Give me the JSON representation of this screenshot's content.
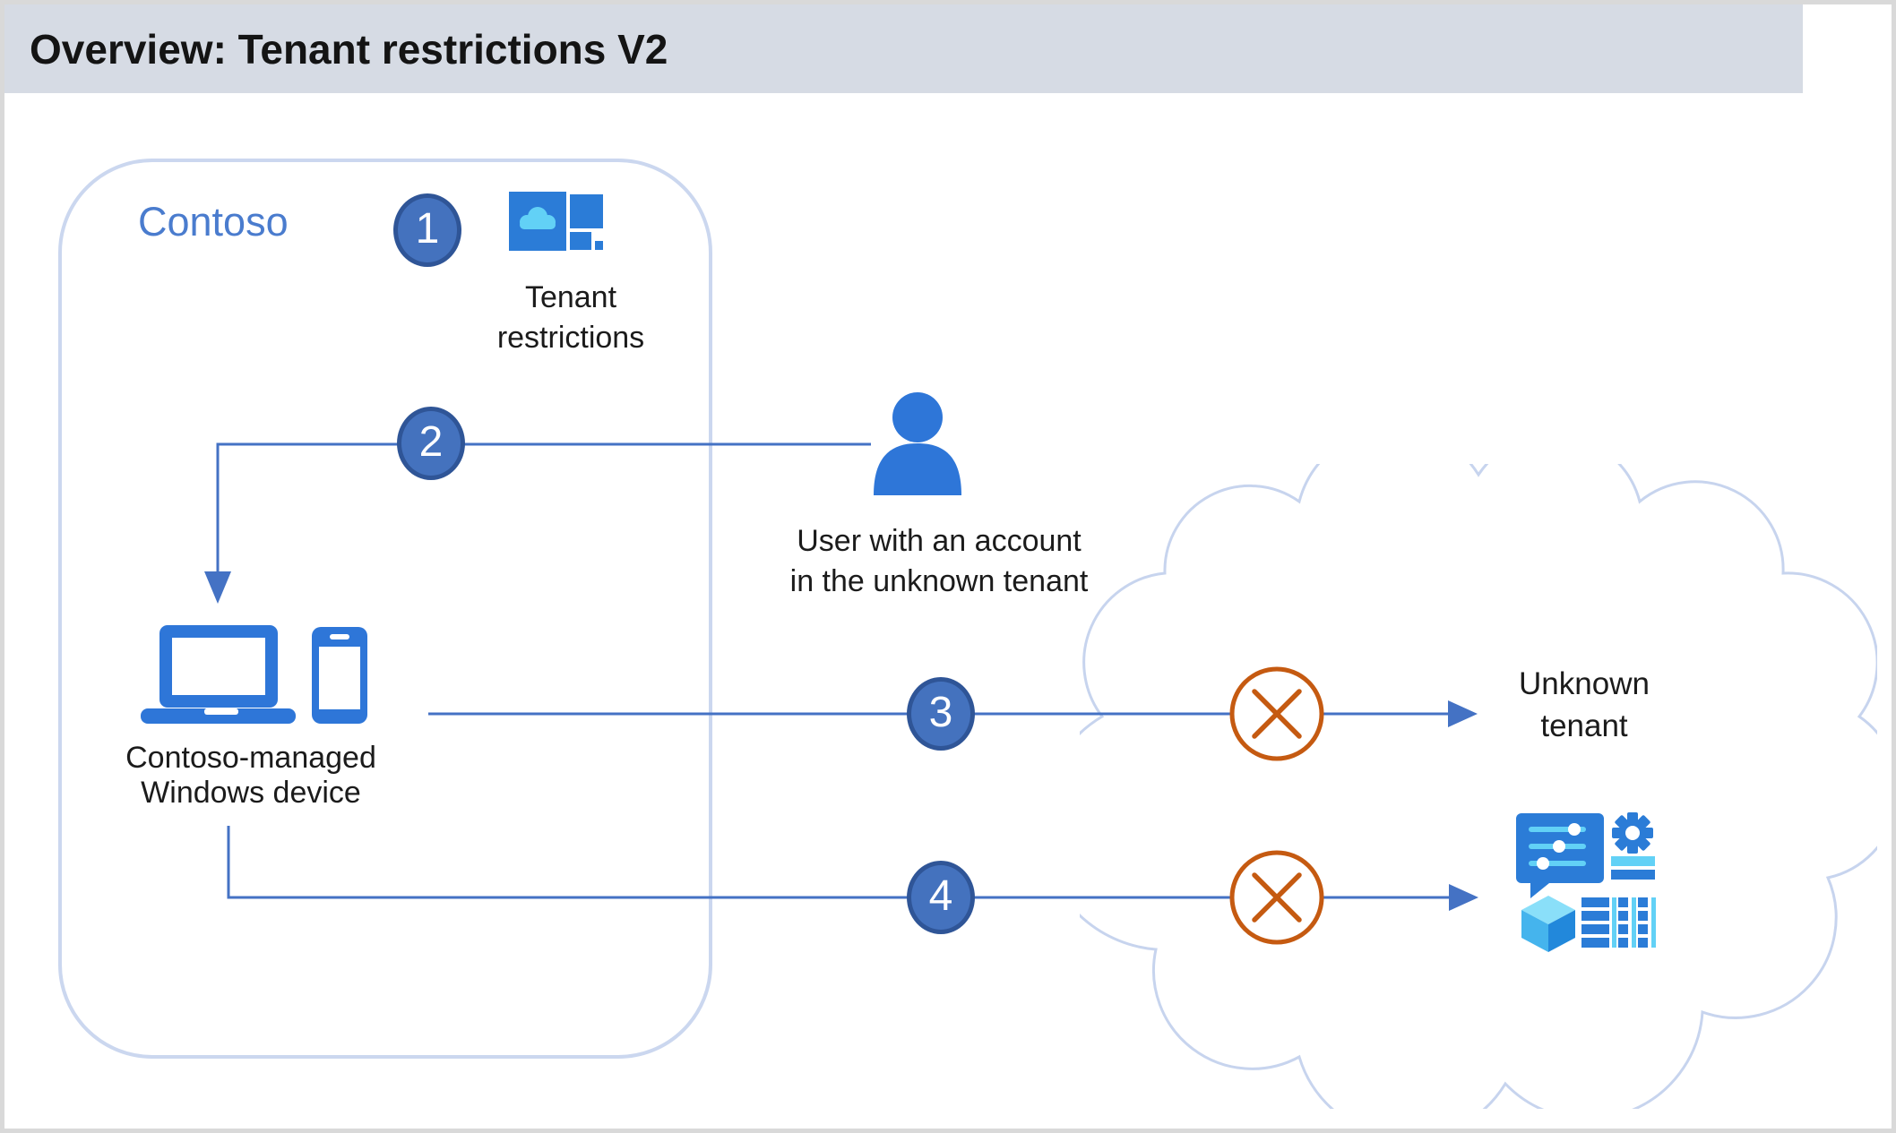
{
  "title": "Overview: Tenant restrictions V2",
  "contoso_zone": {
    "label": "Contoso",
    "tenant_restrictions": {
      "line1": "Tenant",
      "line2": "restrictions"
    },
    "device": {
      "line1": "Contoso-managed",
      "line2": "Windows device"
    }
  },
  "user": {
    "line1": "User with an account",
    "line2": "in the unknown tenant"
  },
  "cloud": {
    "unknown_tenant": {
      "line1": "Unknown",
      "line2": "tenant"
    }
  },
  "steps": [
    "1",
    "2",
    "3",
    "4"
  ],
  "icons": {
    "tenant_restrictions": "cloud-tiles-icon",
    "user": "person-icon",
    "device": "laptop-and-phone-icon",
    "blocked": "crossed-circle-icon",
    "unknown_tenant_apps": [
      "chat-sliders-icon",
      "gear-icon",
      "cube-icon",
      "table-icon"
    ]
  },
  "colors": {
    "accent_blue": "#4472C4",
    "badge_blue": "#4472BE",
    "badge_border": "#2F5597",
    "contoso_blue": "#4A7CCE",
    "device_blue": "#2E76D8",
    "icon_blue": "#2B7CD7",
    "icon_cyan": "#62D1F6",
    "cube_top": "#8ADFF9",
    "cube_left": "#45B4ED",
    "cube_right": "#2288DB",
    "blocked_orange": "#C55A11",
    "cloud_border": "#C7D4EE",
    "box_border": "#CBD7EF",
    "header_bg": "#D6DBE4",
    "frame_border": "#D9D9D9",
    "text_dark": "#1B1B1B"
  }
}
